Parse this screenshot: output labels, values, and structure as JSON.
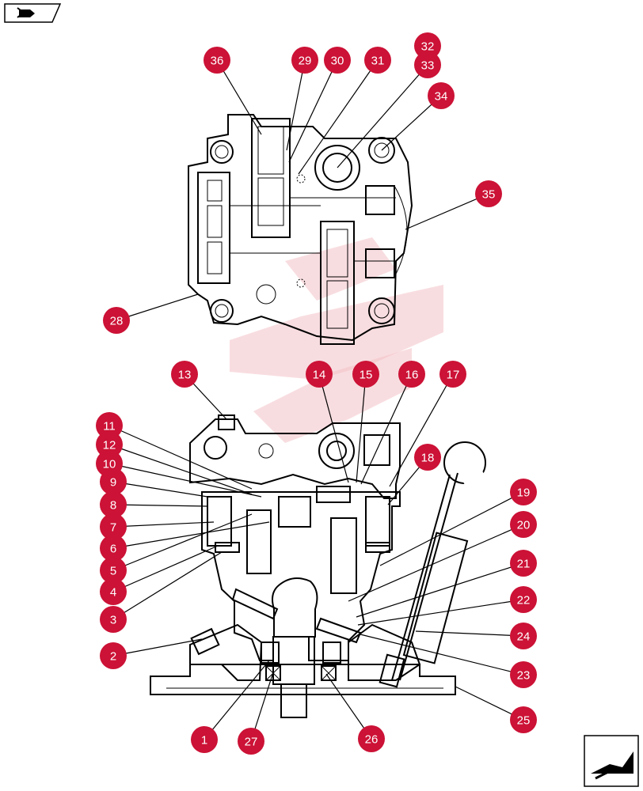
{
  "colors": {
    "callout_fill": "#cc1236",
    "callout_text": "#ffffff",
    "watermark": "#f3c1c6"
  },
  "navigation": {
    "prev_icon": "arrow-back-icon",
    "next_icon": "arrow-forward-icon"
  },
  "callouts": [
    {
      "id": "36",
      "label": "36"
    },
    {
      "id": "29",
      "label": "29"
    },
    {
      "id": "30",
      "label": "30"
    },
    {
      "id": "31",
      "label": "31"
    },
    {
      "id": "32",
      "label": "32"
    },
    {
      "id": "33",
      "label": "33"
    },
    {
      "id": "34",
      "label": "34"
    },
    {
      "id": "35",
      "label": "35"
    },
    {
      "id": "28",
      "label": "28"
    },
    {
      "id": "13",
      "label": "13"
    },
    {
      "id": "14",
      "label": "14"
    },
    {
      "id": "15",
      "label": "15"
    },
    {
      "id": "16",
      "label": "16"
    },
    {
      "id": "17",
      "label": "17"
    },
    {
      "id": "18",
      "label": "18"
    },
    {
      "id": "11",
      "label": "11"
    },
    {
      "id": "12",
      "label": "12"
    },
    {
      "id": "10",
      "label": "10"
    },
    {
      "id": "9",
      "label": "9"
    },
    {
      "id": "8",
      "label": "8"
    },
    {
      "id": "7",
      "label": "7"
    },
    {
      "id": "6",
      "label": "6"
    },
    {
      "id": "5",
      "label": "5"
    },
    {
      "id": "4",
      "label": "4"
    },
    {
      "id": "3",
      "label": "3"
    },
    {
      "id": "2",
      "label": "2"
    },
    {
      "id": "19",
      "label": "19"
    },
    {
      "id": "20",
      "label": "20"
    },
    {
      "id": "21",
      "label": "21"
    },
    {
      "id": "22",
      "label": "22"
    },
    {
      "id": "24",
      "label": "24"
    },
    {
      "id": "23",
      "label": "23"
    },
    {
      "id": "25",
      "label": "25"
    },
    {
      "id": "1",
      "label": "1"
    },
    {
      "id": "27",
      "label": "27"
    },
    {
      "id": "26",
      "label": "26"
    }
  ]
}
